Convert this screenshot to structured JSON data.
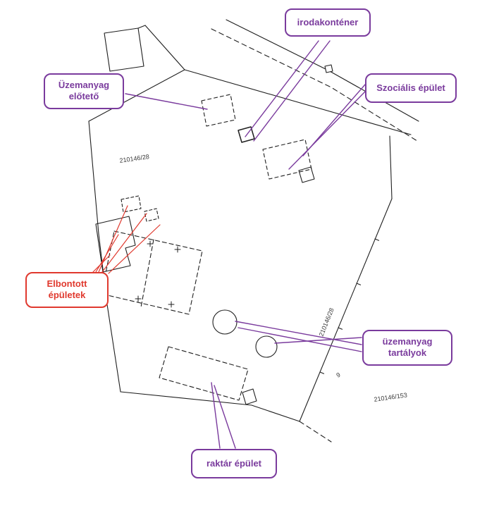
{
  "figure": {
    "kind": "cadastral-site-plan"
  },
  "colors": {
    "annotation_purple": "#7a3b9d",
    "annotation_red": "#e0392e",
    "linework_black": "#1f1f1f"
  },
  "callouts": {
    "irodakontener": "irodakonténer",
    "uzemanyag_eloteto": "Üzemanyag előtető",
    "szocialis_epulet": "Szociális épület",
    "elbontott_epuletek": "Elbontott épületek",
    "uzemanyag_tartalyok": "üzemanyag tartályok",
    "raktar_epulet": "raktár épület"
  },
  "parcel_labels": {
    "site_parcel": "210146/28",
    "boundary_parcel": "210146/28",
    "neighbor_parcel": "210146/153",
    "point_number": "9"
  }
}
